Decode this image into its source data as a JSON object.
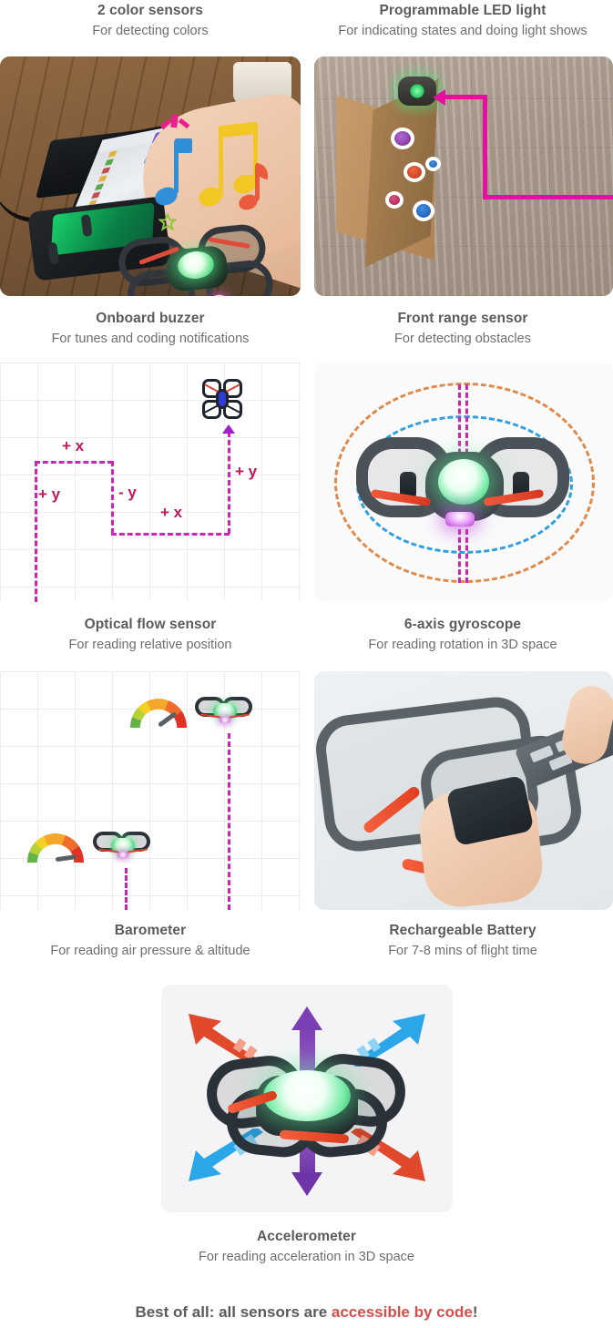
{
  "features": [
    {
      "id": "color-sensors",
      "title": "2 color sensors",
      "subtitle": "For detecting colors",
      "caption_position": "above",
      "media": "photo-drone-controller-laptop-music-notes"
    },
    {
      "id": "led-light",
      "title": "Programmable LED light",
      "subtitle": "For indicating states and doing light shows",
      "caption_position": "above",
      "media": "photo-drone-flying-over-cardboard-ramp-with-magenta-path"
    },
    {
      "id": "buzzer",
      "title": "Onboard buzzer",
      "subtitle": "For tunes and coding notifications",
      "caption_position": "below",
      "media": "photo-drone-controller-laptop-music-notes"
    },
    {
      "id": "front-range-sensor",
      "title": "Front range sensor",
      "subtitle": "For detecting obstacles",
      "caption_position": "below",
      "media": "photo-drone-flying-over-cardboard-ramp-with-magenta-path"
    },
    {
      "id": "optical-flow-sensor",
      "title": "Optical flow sensor",
      "subtitle": "For reading relative position",
      "caption_position": "below",
      "media": "diagram-grid-flight-path"
    },
    {
      "id": "gyroscope",
      "title": "6-axis gyroscope",
      "subtitle": "For reading rotation in 3D space",
      "caption_position": "below",
      "media": "diagram-drone-rotation-ellipses"
    },
    {
      "id": "barometer",
      "title": "Barometer",
      "subtitle": "For reading air pressure & altitude",
      "caption_position": "below",
      "media": "diagram-grid-altitude-gauges"
    },
    {
      "id": "battery",
      "title": "Rechargeable Battery",
      "subtitle": "For 7-8 mins of flight time",
      "caption_position": "below",
      "media": "photo-hands-inserting-battery-pack"
    },
    {
      "id": "accelerometer",
      "title": "Accelerometer",
      "subtitle": "For reading acceleration in 3D space",
      "caption_position": "below",
      "media": "diagram-drone-six-direction-arrows"
    }
  ],
  "diagrams": {
    "optical_flow": {
      "axis_labels": [
        "+ x",
        "+ y",
        "- y",
        "+ x",
        "+ y"
      ],
      "path_color": "#cc24b4",
      "label_color": "#c2185b",
      "grid_color": "#ececef"
    },
    "gyroscope": {
      "ellipse_colors": [
        "#e08a4a",
        "#2f9fe0"
      ],
      "axis_color": "#cc24b4"
    },
    "barometer": {
      "gauge_count": 2,
      "altitude_line_color": "#cc24b4"
    },
    "accelerometer": {
      "arrow_colors": [
        "#7b3fb5",
        "#e0492c",
        "#2ba6e8"
      ],
      "arrow_directions": [
        "up",
        "down",
        "up-left",
        "up-right",
        "down-left",
        "down-right"
      ]
    }
  },
  "footer": {
    "lead": "Best of all: all sensors are ",
    "highlight": "accessible by code",
    "trail": "!",
    "highlight_color": "#d44f4b"
  }
}
